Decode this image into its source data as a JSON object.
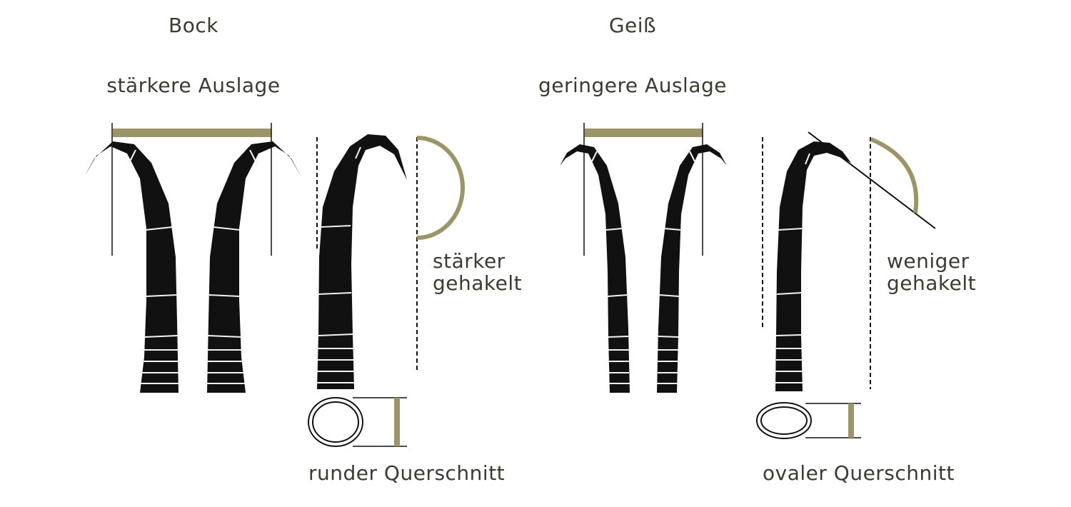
{
  "buck": {
    "title": "Bock",
    "spread_label": "stärkere Auslage",
    "hook_label_line1": "stärker",
    "hook_label_line2": "gehakelt",
    "cross_section_label": "runder Querschnitt"
  },
  "doe": {
    "title": "Geiß",
    "spread_label": "geringere Auslage",
    "hook_label_line1": "weniger",
    "hook_label_line2": "gehakelt",
    "cross_section_label": "ovaler Querschnitt"
  },
  "colors": {
    "accent": "#9c9567",
    "horn": "#111111",
    "text": "#3d3a30"
  }
}
